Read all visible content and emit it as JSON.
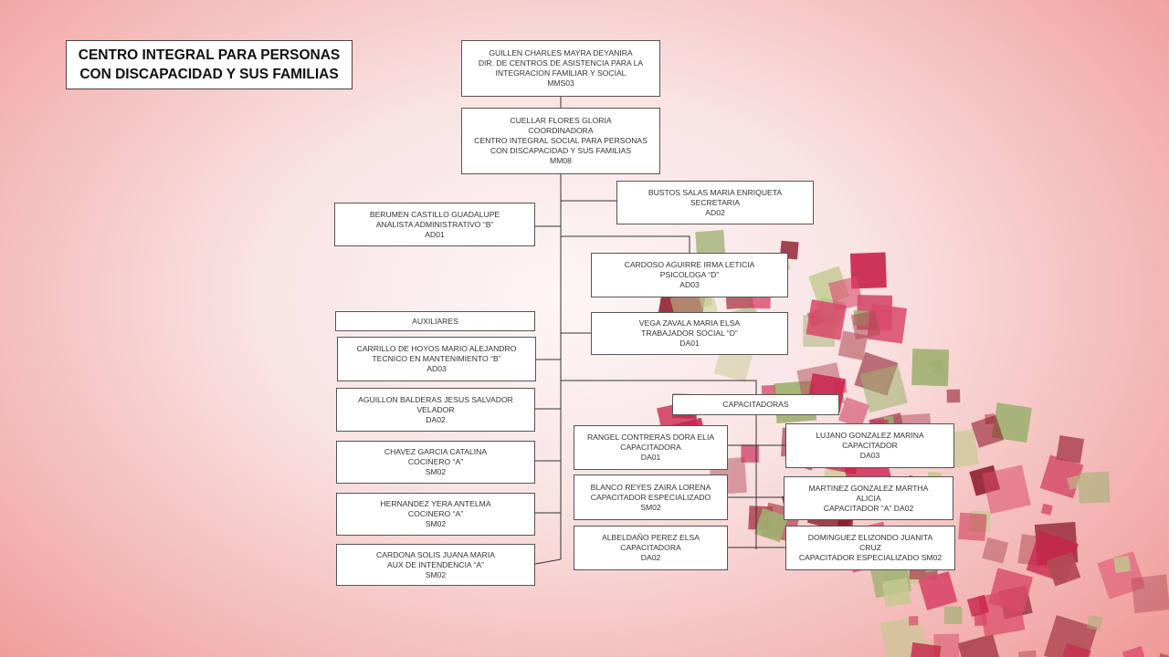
{
  "title": {
    "line1": "CENTRO INTEGRAL PARA PERSONAS",
    "line2": "CON DISCAPACIDAD Y SUS FAMILIAS"
  },
  "nodes": {
    "director": [
      "GUILLEN CHARLES MAYRA DEYANIRA",
      "DIR. DE CENTROS DE ASISTENCIA PARA LA",
      "INTEGRACION FAMILIAR Y SOCIAL",
      "MMS03"
    ],
    "coordinadora": [
      "CUELLAR FLORES GLORIA",
      "COORDINADORA",
      "CENTRO INTEGRAL SOCIAL PARA PERSONAS",
      "CON DISCAPACIDAD Y SUS FAMILIAS",
      "MM08"
    ],
    "secretaria": [
      "BUSTOS SALAS MARIA ENRIQUETA",
      "SECRETARIA",
      "AD02"
    ],
    "analista": [
      "BERUMEN CASTILLO GUADALUPE",
      "ANALISTA  ADMINISTRATIVO “B”",
      "AD01"
    ],
    "psicologa": [
      "CARDOSO AGUIRRE IRMA LETICIA",
      "PSICOLOGA “D”",
      "AD03"
    ],
    "auxiliares": [
      "AUXILIARES"
    ],
    "trabajador_social": [
      "VEGA ZAVALA MARIA ELSA",
      "TRABAJADOR SOCIAL “D”",
      "DA01"
    ],
    "tecnico": [
      "CARRILLO DE HOYOS MARIO ALEJANDRO",
      "TECNICO EN MANTENIMIENTO “B”",
      "AD03"
    ],
    "velador": [
      "AGUILLON BALDERAS JESUS SALVADOR",
      "VELADOR",
      "DA02"
    ],
    "capacitadoras": [
      "CAPACITADORAS"
    ],
    "cocinero_1": [
      "CHAVEZ GARCIA CATALINA",
      "COCINERO “A”",
      "SM02"
    ],
    "cocinero_2": [
      "HERNANDEZ YERA ANTELMA",
      "COCINERO “A”",
      "SM02"
    ],
    "intendencia": [
      "CARDONA SOLIS JUANA MARIA",
      "AUX DE INTENDENCIA “A”",
      "SM02"
    ],
    "rangel": [
      "RANGEL CONTRERAS DORA ELIA",
      "CAPACITADORA",
      "DA01"
    ],
    "blanco": [
      "BLANCO REYES ZAIRA LORENA",
      "CAPACITADOR ESPECIALIZADO",
      "SM02"
    ],
    "albeldano": [
      "ALBELDAÑO PEREZ ELSA",
      "CAPACITADORA",
      "DA02"
    ],
    "lujano": [
      "LUJANO GONZALEZ MARINA",
      "CAPACITADOR",
      "DA03"
    ],
    "martinez": [
      "MARTINEZ GONZALEZ MARTHA",
      "ALICIA",
      "CAPACITADOR “A” DA02"
    ],
    "dominguez": [
      "DOMINGUEZ ELIZONDO JUANITA",
      "CRUZ",
      "CAPACITADOR ESPECIALIZADO  SM02"
    ]
  },
  "colors": {
    "accent_red": "#c8234a",
    "accent_dark": "#8e1c2c",
    "accent_green": "#9fb071",
    "background_pink": "#f3b6b4"
  }
}
